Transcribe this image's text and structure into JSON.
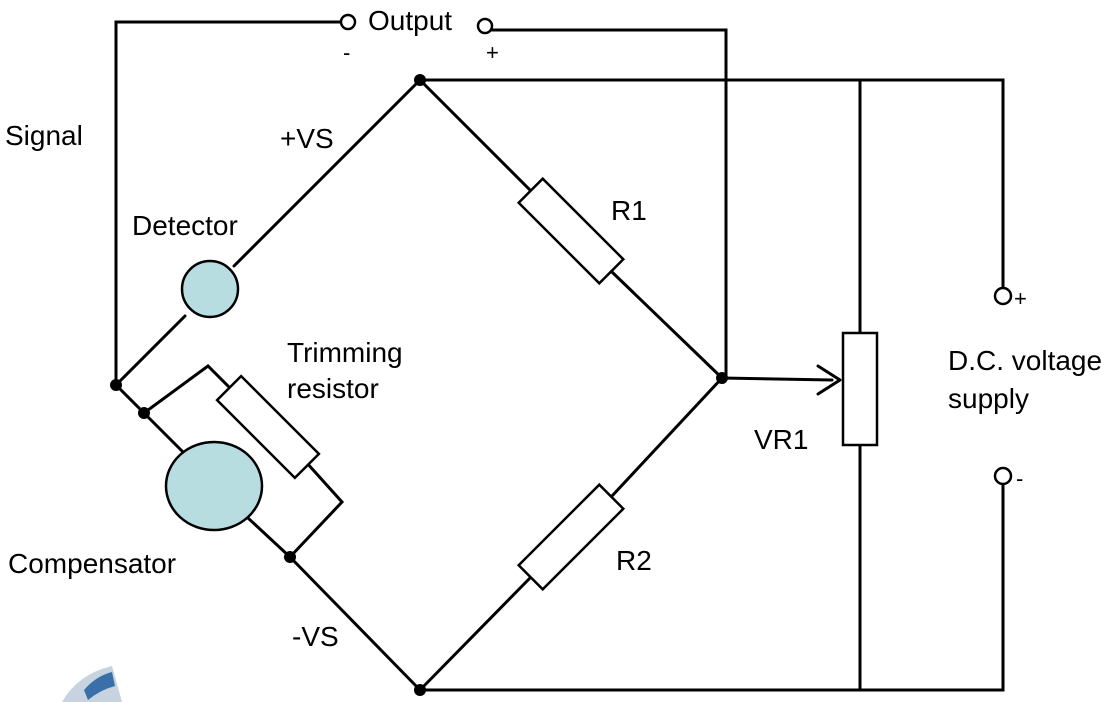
{
  "colors": {
    "wire": "#000000",
    "sensor_fill": "#b8dde0",
    "resistor_fill": "#ffffff",
    "terminal_fill": "#ffffff"
  },
  "labels": {
    "output": "Output",
    "output_minus": "-",
    "output_plus": "+",
    "signal": "Signal",
    "plus_vs": "+VS",
    "minus_vs": "-VS",
    "detector": "Detector",
    "compensator": "Compensator",
    "trimming_line1": "Trimming",
    "trimming_line2": "resistor",
    "r1": "R1",
    "r2": "R2",
    "vr1": "VR1",
    "supply_plus": "+",
    "supply_minus": "-",
    "supply_line1": "D.C. voltage",
    "supply_line2": "supply"
  }
}
